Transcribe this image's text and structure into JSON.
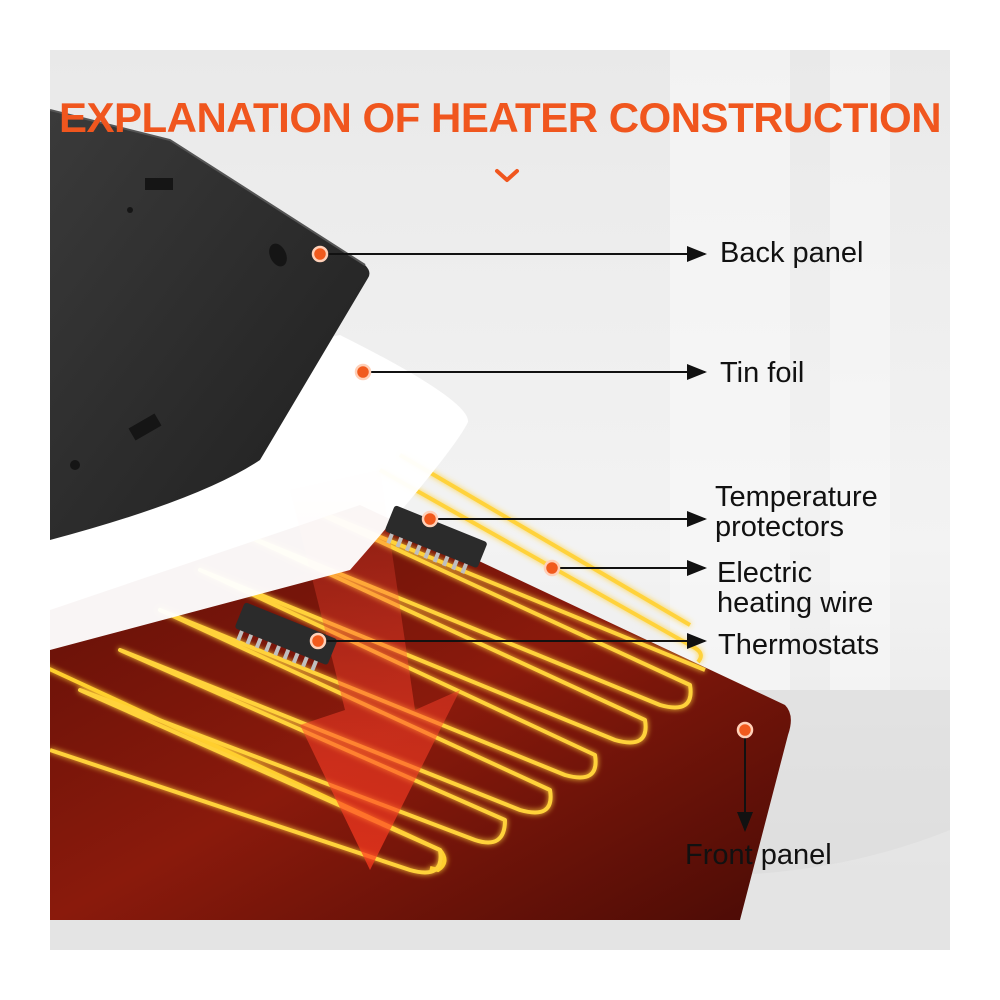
{
  "title": "EXPLANATION OF HEATER CONSTRUCTION",
  "labels": {
    "back_panel": "Back panel",
    "tin_foil": "Tin foil",
    "temperature_protectors": "Temperature\nprotectors",
    "electric_heating_wire": "Electric\nheating wire",
    "thermostats": "Thermostats",
    "front_panel": "Front panel"
  },
  "colors": {
    "accent": "#f0561e",
    "marker": "#f15a1d",
    "heating_wire": "#ffd23a",
    "front_panel": "#7a160a",
    "back_panel": "#2b2b2b"
  },
  "icons": {
    "chevron": "chevron-down-icon",
    "chip": "ic-chip-icon"
  }
}
